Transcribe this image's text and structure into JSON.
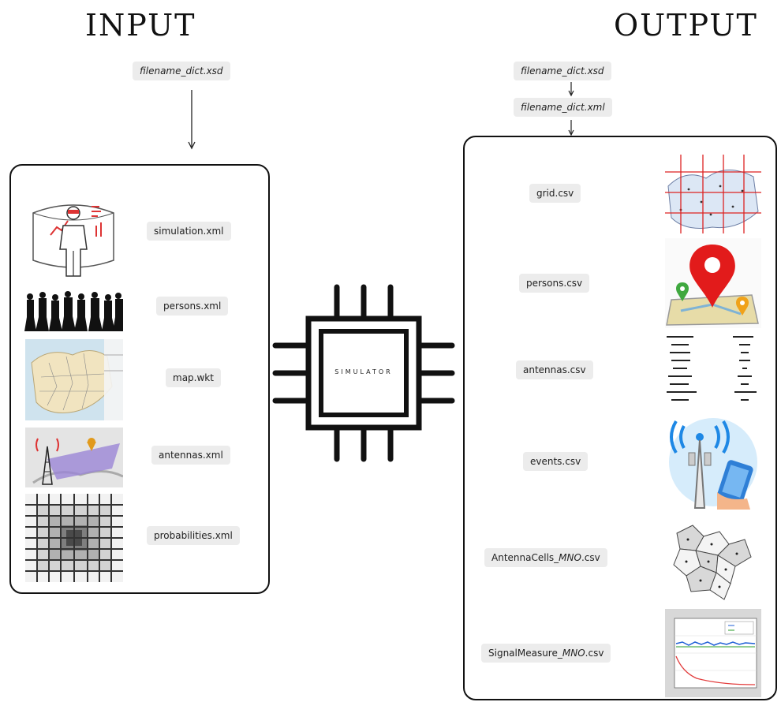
{
  "input": {
    "title": "INPUT",
    "dict_file": "filename_dict.xsd",
    "files": [
      "simulation.xml",
      "persons.xml",
      "map.wkt",
      "antennas.xml",
      "probabilities.xml"
    ]
  },
  "output": {
    "title": "OUTPUT",
    "dict_file_xsd": "filename_dict.xsd",
    "dict_file_xml": "filename_dict.xml",
    "files": [
      "grid.csv",
      "persons.csv",
      "antennas.csv",
      "events.csv"
    ],
    "cells_prefix": "AntennaCells_",
    "cells_mno": "MNO",
    "cells_ext": ".csv",
    "signal_prefix": "SignalMeasure_",
    "signal_mno": "MNO",
    "signal_ext": ".csv"
  },
  "chip": {
    "label": "SIMULATOR"
  },
  "icons": [
    "vr-person-icon",
    "crowd-silhouette-icon",
    "europe-map-icon",
    "antenna-coverage-icon",
    "probability-grid-icon",
    "europe-grid-map-icon",
    "map-pin-icon",
    "table-icon",
    "mobile-signal-icon",
    "voronoi-cells-icon",
    "signal-plot-icon"
  ]
}
